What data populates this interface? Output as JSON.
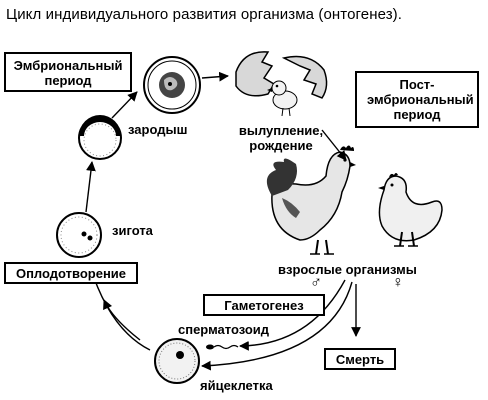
{
  "title": "Цикл индивидуального развития организма (онтогенез).",
  "boxes": {
    "embryonic": "Эмбриональный период",
    "postembryonic": "Пост- эмбриональный период",
    "fertilization": "Оплодотворение",
    "gametogenesis": "Гаметогенез",
    "death": "Смерть"
  },
  "labels": {
    "embryo": "зародыш",
    "hatching": "вылупление, рождение",
    "zygote": "зигота",
    "adults": "взрослые организмы",
    "sperm": "сперматозоид",
    "egg_cell": "яйцеклетка",
    "male_symbol": "♂",
    "female_symbol": "♀"
  }
}
